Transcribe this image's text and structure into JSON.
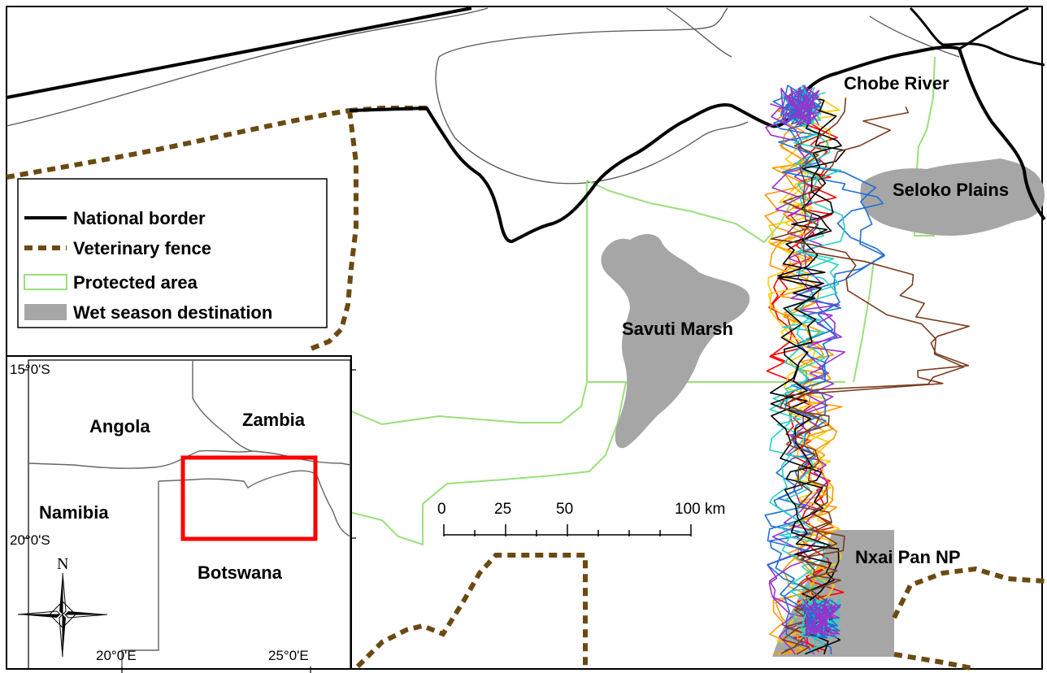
{
  "map": {
    "places": {
      "chobe_river": "Chobe River",
      "seloko_plains": "Seloko Plains",
      "savuti_marsh": "Savuti Marsh",
      "nxai_pan": "Nxai Pan NP"
    },
    "legend": {
      "national_border": "National border",
      "veterinary_fence": "Veterinary fence",
      "protected_area": "Protected area",
      "wet_season": "Wet season destination"
    },
    "scale_bar": {
      "ticks": [
        "0",
        "25",
        "50",
        "100 km"
      ]
    },
    "inset": {
      "lat_top": "15°0'S",
      "lat_bottom": "20°0'S",
      "lon_left": "20°0'E",
      "lon_right": "25°0'E",
      "countries": {
        "angola": "Angola",
        "zambia": "Zambia",
        "namibia": "Namibia",
        "botswana": "Botswana"
      },
      "north": "N"
    },
    "colors": {
      "border": "#000000",
      "fence": "#6b4a12",
      "protected": "#99e07a",
      "wet_season": "#a6a6a6",
      "extent_box": "#ff0000",
      "tracks": [
        "#ff0000",
        "#ffcc00",
        "#ff9900",
        "#9933cc",
        "#1f6fd6",
        "#22d3c3",
        "#000000",
        "#7a3d1f"
      ]
    }
  }
}
